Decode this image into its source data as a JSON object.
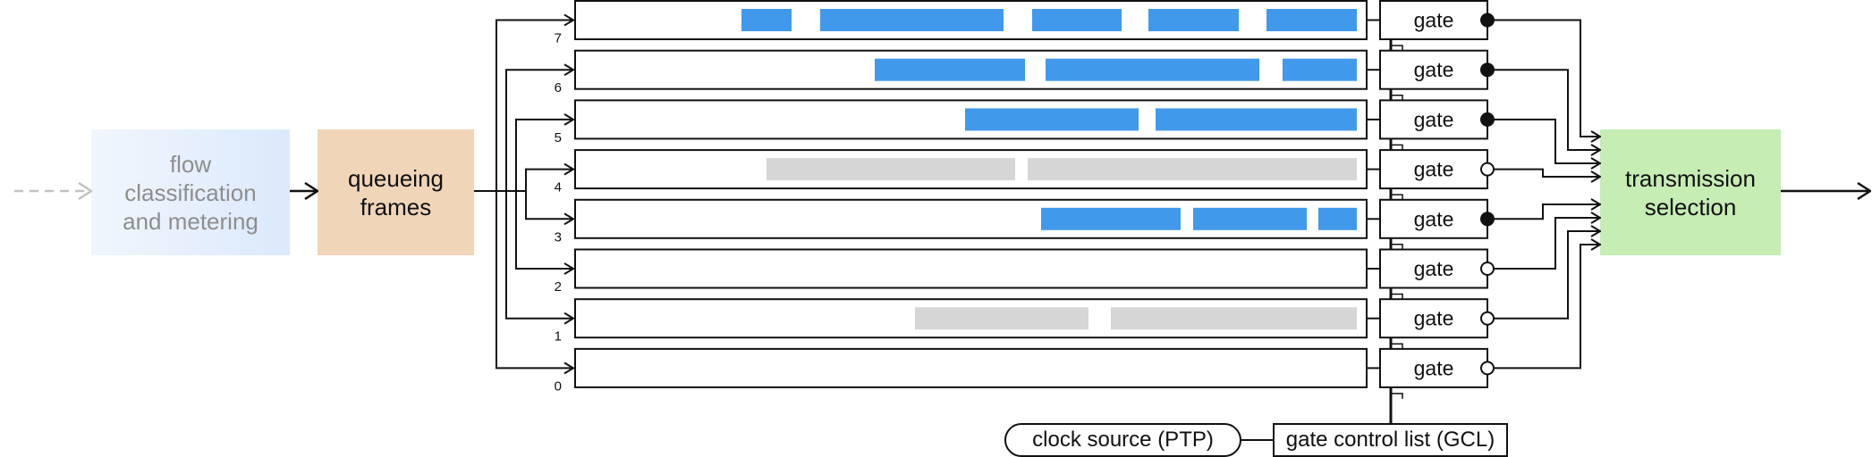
{
  "blocks": {
    "flow_label": "flow\nclassification\nand metering",
    "queueing_label": "queueing\nframes",
    "transmission_label": "transmission\nselection"
  },
  "control": {
    "clock_label": "clock source (PTP)",
    "gcl_label": "gate control list (GCL)"
  },
  "colors": {
    "frame_active": "#4199ec",
    "frame_blocked": "#d6d6d6",
    "flow_fill": "#dbe9fb",
    "queueing_fill": "#f0d5b8",
    "transmission_fill": "#c6edb4"
  },
  "queues": [
    {
      "number": "7",
      "gate_label": "gate",
      "gate_open": false
    },
    {
      "number": "6",
      "gate_label": "gate",
      "gate_open": false
    },
    {
      "number": "5",
      "gate_label": "gate",
      "gate_open": false
    },
    {
      "number": "4",
      "gate_label": "gate",
      "gate_open": true
    },
    {
      "number": "3",
      "gate_label": "gate",
      "gate_open": false
    },
    {
      "number": "2",
      "gate_label": "gate",
      "gate_open": true
    },
    {
      "number": "1",
      "gate_label": "gate",
      "gate_open": true
    },
    {
      "number": "0",
      "gate_label": "gate",
      "gate_open": true
    }
  ]
}
